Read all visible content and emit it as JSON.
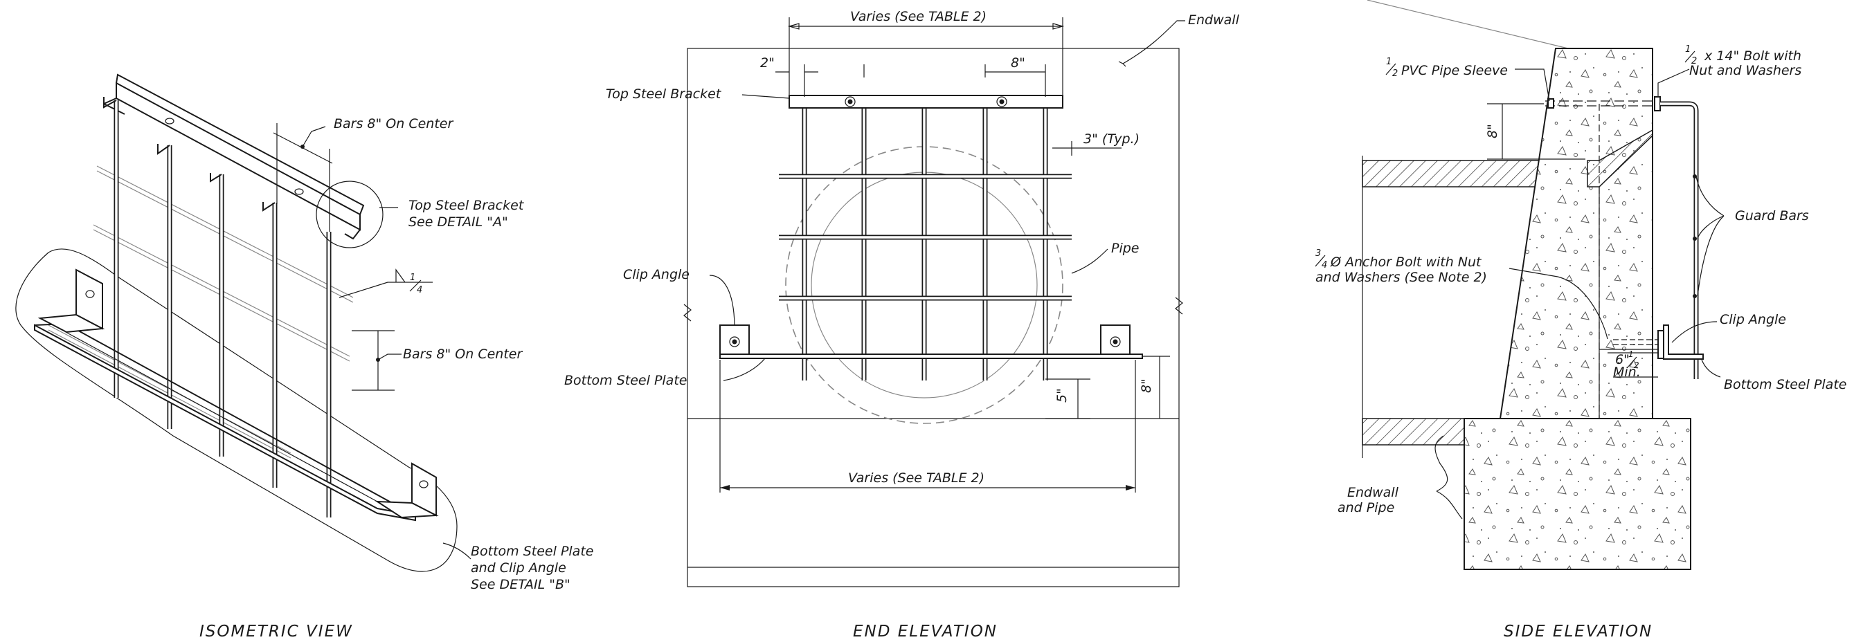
{
  "views": {
    "isometric": {
      "title": "ISOMETRIC VIEW",
      "bars_upper": "Bars 8\" On Center",
      "bars_lower": "Bars 8\" On Center",
      "top_bracket_1": "Top Steel Bracket",
      "top_bracket_2": "See DETAIL \"A\"",
      "weld_num": "1",
      "weld_den": "4",
      "bottom_1": "Bottom Steel Plate",
      "bottom_2": "and Clip Angle",
      "bottom_3": "See DETAIL \"B\""
    },
    "end": {
      "title": "END ELEVATION",
      "varies_top": "Varies (See TABLE 2)",
      "varies_bottom": "Varies (See TABLE 2)",
      "dim_2": "2\"",
      "dim_8": "8\"",
      "dim_3": "3\" (Typ.)",
      "dim_5": "5\"",
      "dim_8v": "8\"",
      "endwall": "Endwall",
      "top_bracket": "Top Steel Bracket",
      "pipe": "Pipe",
      "clip_angle": "Clip Angle",
      "bottom_plate": "Bottom Steel Plate"
    },
    "side": {
      "title": "SIDE ELEVATION",
      "pvc_sleeve": "PVC Pipe Sleeve",
      "bolt_1": "x 14\" Bolt with",
      "bolt_2": "Nut and Washers",
      "dim_8": "8\"",
      "guard_bars": "Guard Bars",
      "anchor_1": "Ø Anchor Bolt with Nut",
      "anchor_2": "and Washers (See Note 2)",
      "clip_angle": "Clip Angle",
      "dim_65_a": "6\"",
      "dim_65_b": "Min.",
      "bottom_plate": "Bottom Steel Plate",
      "endwall_1": "Endwall",
      "endwall_2": "and Pipe"
    },
    "fractions": {
      "half_num": "1",
      "half_den": "2",
      "three_q_num": "3",
      "three_q_den": "4"
    }
  }
}
